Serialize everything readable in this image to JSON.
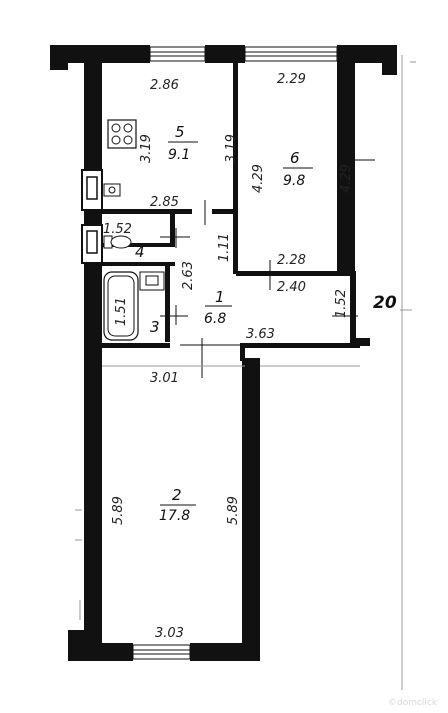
{
  "rooms": [
    {
      "number": "5",
      "area": "9.1",
      "width_label": "2.86",
      "height_label": "3.19",
      "height_label_right": "3.19",
      "bottom_label": "2.85"
    },
    {
      "number": "6",
      "area": "9.8",
      "width_label": "2.29",
      "height_label": "4.29",
      "height_label_right": "4.29",
      "bottom_label": "2.28"
    },
    {
      "number": "4",
      "width_label": "1.52"
    },
    {
      "number": "3",
      "height_label": "1.51"
    },
    {
      "number": "1",
      "area": "6.8",
      "label_a": "1.11",
      "label_b": "2.63",
      "label_c": "3.63",
      "label_d": "2.40"
    },
    {
      "number": "2",
      "area": "17.8",
      "top_label": "3.01",
      "height_label": "5.89",
      "height_label_right": "5.89",
      "bottom_label": "3.03"
    }
  ],
  "extra_labels": {
    "corridor_width": "1.52",
    "wall_mark": "20"
  },
  "watermark": "©domclick"
}
